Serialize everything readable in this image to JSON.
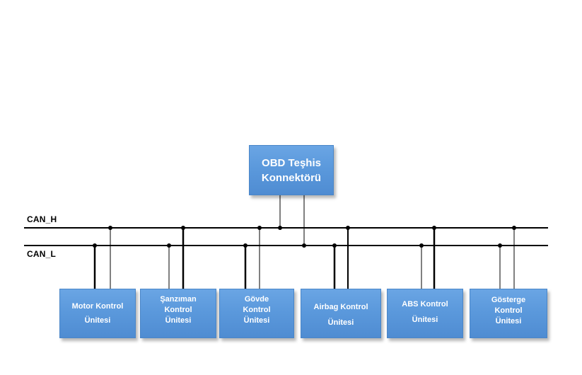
{
  "bus": {
    "can_h_label": "CAN_H",
    "can_l_label": "CAN_L",
    "wire_color": "#000000"
  },
  "box_color": "#5b99dc",
  "obd": {
    "line1": "OBD Teşhis",
    "line2": "Konnektörü"
  },
  "ecus": [
    {
      "line1": "Motor Kontrol",
      "line2": "Ünitesi"
    },
    {
      "line1": "Şanzıman",
      "line2": "Kontrol",
      "line3": "Ünitesi"
    },
    {
      "line1": "Gövde",
      "line2": "Kontrol",
      "line3": "Ünitesi"
    },
    {
      "line1": "Airbag Kontrol",
      "line2": "Ünitesi"
    },
    {
      "line1": "ABS Kontrol",
      "line2": "Ünitesi"
    },
    {
      "line1": "Gösterge",
      "line2": "Kontrol",
      "line3": "Ünitesi"
    }
  ]
}
